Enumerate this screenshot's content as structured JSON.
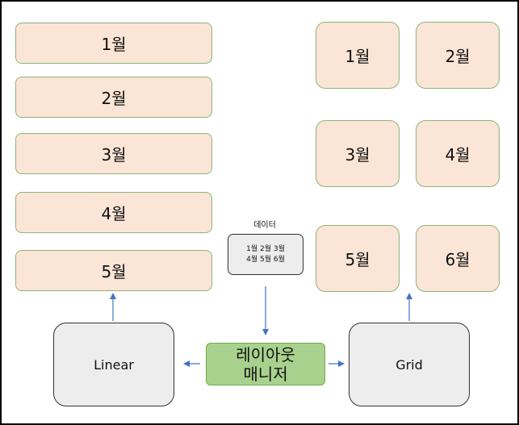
{
  "linear_items": [
    "1월",
    "2월",
    "3월",
    "4월",
    "5월"
  ],
  "grid_items": [
    "1월",
    "2월",
    "3월",
    "4월",
    "5월",
    "6월"
  ],
  "data_box": {
    "title": "데이터",
    "row1": "1월 2월 3월",
    "row2": "4월 5월 6월"
  },
  "layout_manager": {
    "line1": "레이아웃",
    "line2": "매니저"
  },
  "linear_label": "Linear",
  "grid_label": "Grid",
  "colors": {
    "month_fill": "#fbe5d6",
    "month_border": "#8db47a",
    "manager_fill": "#ededed",
    "layout_manager_fill": "#a9d18e",
    "arrow": "#4472c4"
  }
}
